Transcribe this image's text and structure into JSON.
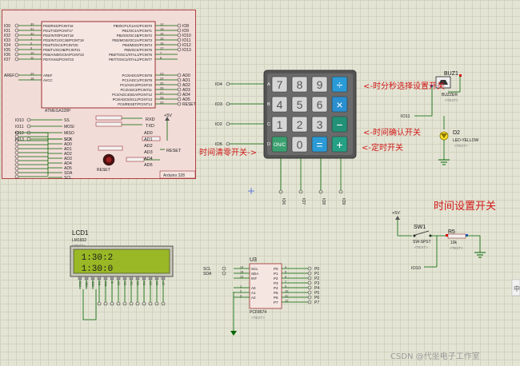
{
  "mcu": {
    "part": "ATMEGA328P",
    "board": "Arduino 328",
    "left_top_nets": [
      "IO0",
      "IO1",
      "IO2",
      "IO3",
      "IO4",
      "IO5",
      "IO6",
      "IO7"
    ],
    "left_top_pins": [
      "PD0/RXD/PCINT16",
      "PD1/TXD/PCINT17",
      "PD2/INT0/PCINT18",
      "PD3/INT1/OC2B/PCINT19",
      "PD4/T0/XCK/PCINT20",
      "PD5/T1/OC0B/PCINT21",
      "PD6/AIN0/OC0A/PCINT22",
      "PD7/AIN1/PCINT23"
    ],
    "left_top_nums": [
      "30",
      "31",
      "32",
      "1",
      "2",
      "9",
      "10",
      "11"
    ],
    "right_top_pins": [
      "PB0/ICP1/CLKO/PCINT0",
      "PB1/OC1A/PCINT1",
      "PB2/SS/OC1B/PCINT2",
      "PB3/MOSI/OC2A/PCINT3",
      "PB4/MISO/PCINT4",
      "PB5/SCK/PCINT5",
      "PB6/TOSC1/XTAL1/PCINT6",
      "PB7/TOSC2/XTAL2/PCINT7"
    ],
    "right_top_nums": [
      "12",
      "13",
      "14",
      "15",
      "16",
      "17",
      "7",
      "8"
    ],
    "right_top_nets": [
      "IO8",
      "IO9",
      "IO10",
      "IO11",
      "IO12",
      "IO13",
      "",
      ""
    ],
    "power_pins": [
      "AREF",
      "AVCC"
    ],
    "power_nets": [
      "AREF",
      ""
    ],
    "power_nums": [
      "20",
      "18"
    ],
    "right_bottom_pins": [
      "PC0/ADC0/PCINT8",
      "PC1/ADC1/PCINT9",
      "PC2/ADC2/PCINT10",
      "PC3/ADC3/PCINT11",
      "PC4/ADC4/SDA/PCINT12",
      "PC5/ADC5/SCL/PCINT13",
      "PC6/RESET/PCINT14"
    ],
    "right_bottom_nums": [
      "23",
      "24",
      "25",
      "26",
      "27",
      "28",
      "29"
    ],
    "right_bottom_nets": [
      "AD0",
      "AD1",
      "AD2",
      "AD3",
      "AD4",
      "AD5",
      "RESET"
    ]
  },
  "header_left": {
    "nets": [
      "IO10",
      "IO11",
      "IO12",
      "IO13"
    ],
    "labels": [
      "SS",
      "MOSI",
      "MISO",
      "SCK"
    ]
  },
  "header_bus": {
    "left_nets": [
      "",
      "",
      "",
      "",
      "",
      "",
      "",
      "",
      "",
      "",
      "",
      ""
    ],
    "labels": [
      "SCK",
      "AD0",
      "AD1",
      "AD2",
      "AD3",
      "AD4",
      "AD5",
      "SDA",
      "SCL"
    ]
  },
  "uart": {
    "labels": [
      "RXD",
      "TXD"
    ],
    "vcc": "+5V",
    "reset": "RESET",
    "reset_btn": "RESET"
  },
  "analog_nets": [
    "AD0",
    "AD1",
    "AD2",
    "AD3",
    "AD4",
    "AD5"
  ],
  "keypad": {
    "rows": [
      "A",
      "B",
      "C",
      "D"
    ],
    "row_nets": [
      "IO4",
      "IO3",
      "IO2",
      "IO5"
    ],
    "keys": [
      [
        "7",
        "8",
        "9",
        "÷"
      ],
      [
        "4",
        "5",
        "6",
        "×"
      ],
      [
        "1",
        "2",
        "3",
        "−"
      ],
      [
        "ON/C",
        "0",
        "=",
        "+"
      ]
    ],
    "col_nets": [
      "IO6",
      "IO7",
      "IO8",
      "IO9"
    ]
  },
  "buzzer": {
    "ref": "BUZ1",
    "part": "BUZZER",
    "text": "<TEXT>",
    "net": "IO11"
  },
  "led": {
    "ref": "D2",
    "part": "LED-YELLOW",
    "text": "<TEXT>"
  },
  "annotations": {
    "hms_select": "<-时分秒选择设置开关",
    "time_confirm": "<-时间确认开关",
    "timer_on": "<-定时开关",
    "time_clear": "时间清零开关->",
    "time_set": "时间设置开关"
  },
  "switch": {
    "ref": "SW1",
    "part": "SW-SPST",
    "text": "<TEXT>",
    "vcc": "+5V",
    "net": "IO10"
  },
  "resistor": {
    "ref": "R5",
    "value": "10k",
    "text": "<TEXT>"
  },
  "lcd": {
    "ref": "LCD1",
    "part": "LM1602",
    "text": "<TEXT>",
    "line1": " 1:30:2",
    "line2": " 1:30:0",
    "pins": [
      "VSS",
      "VDD",
      "VEE",
      "RS",
      "RW",
      "E",
      "D0",
      "D1",
      "D2",
      "D3",
      "D4",
      "D5",
      "D6",
      "D7"
    ]
  },
  "pcf": {
    "ref": "U3",
    "part": "PCF8574",
    "text": "<TEXT>",
    "left_pins": [
      "SCL",
      "SDA",
      "INT",
      "A0",
      "A1",
      "A2"
    ],
    "left_nums": [
      "14",
      "15",
      "13",
      "1",
      "2",
      "3"
    ],
    "left_nets": [
      "SCL",
      "SDA",
      "",
      "",
      "",
      ""
    ],
    "right_pins": [
      "P0",
      "P1",
      "P2",
      "P3",
      "P4",
      "P5",
      "P6",
      "P7"
    ],
    "right_nums": [
      "4",
      "5",
      "6",
      "7",
      "9",
      "10",
      "11",
      "12"
    ],
    "right_nets": [
      "P0",
      "P1",
      "P2",
      "P3",
      "P4",
      "P5",
      "P6",
      "P7"
    ]
  },
  "watermark": "CSDN @代坐电子工作室"
}
